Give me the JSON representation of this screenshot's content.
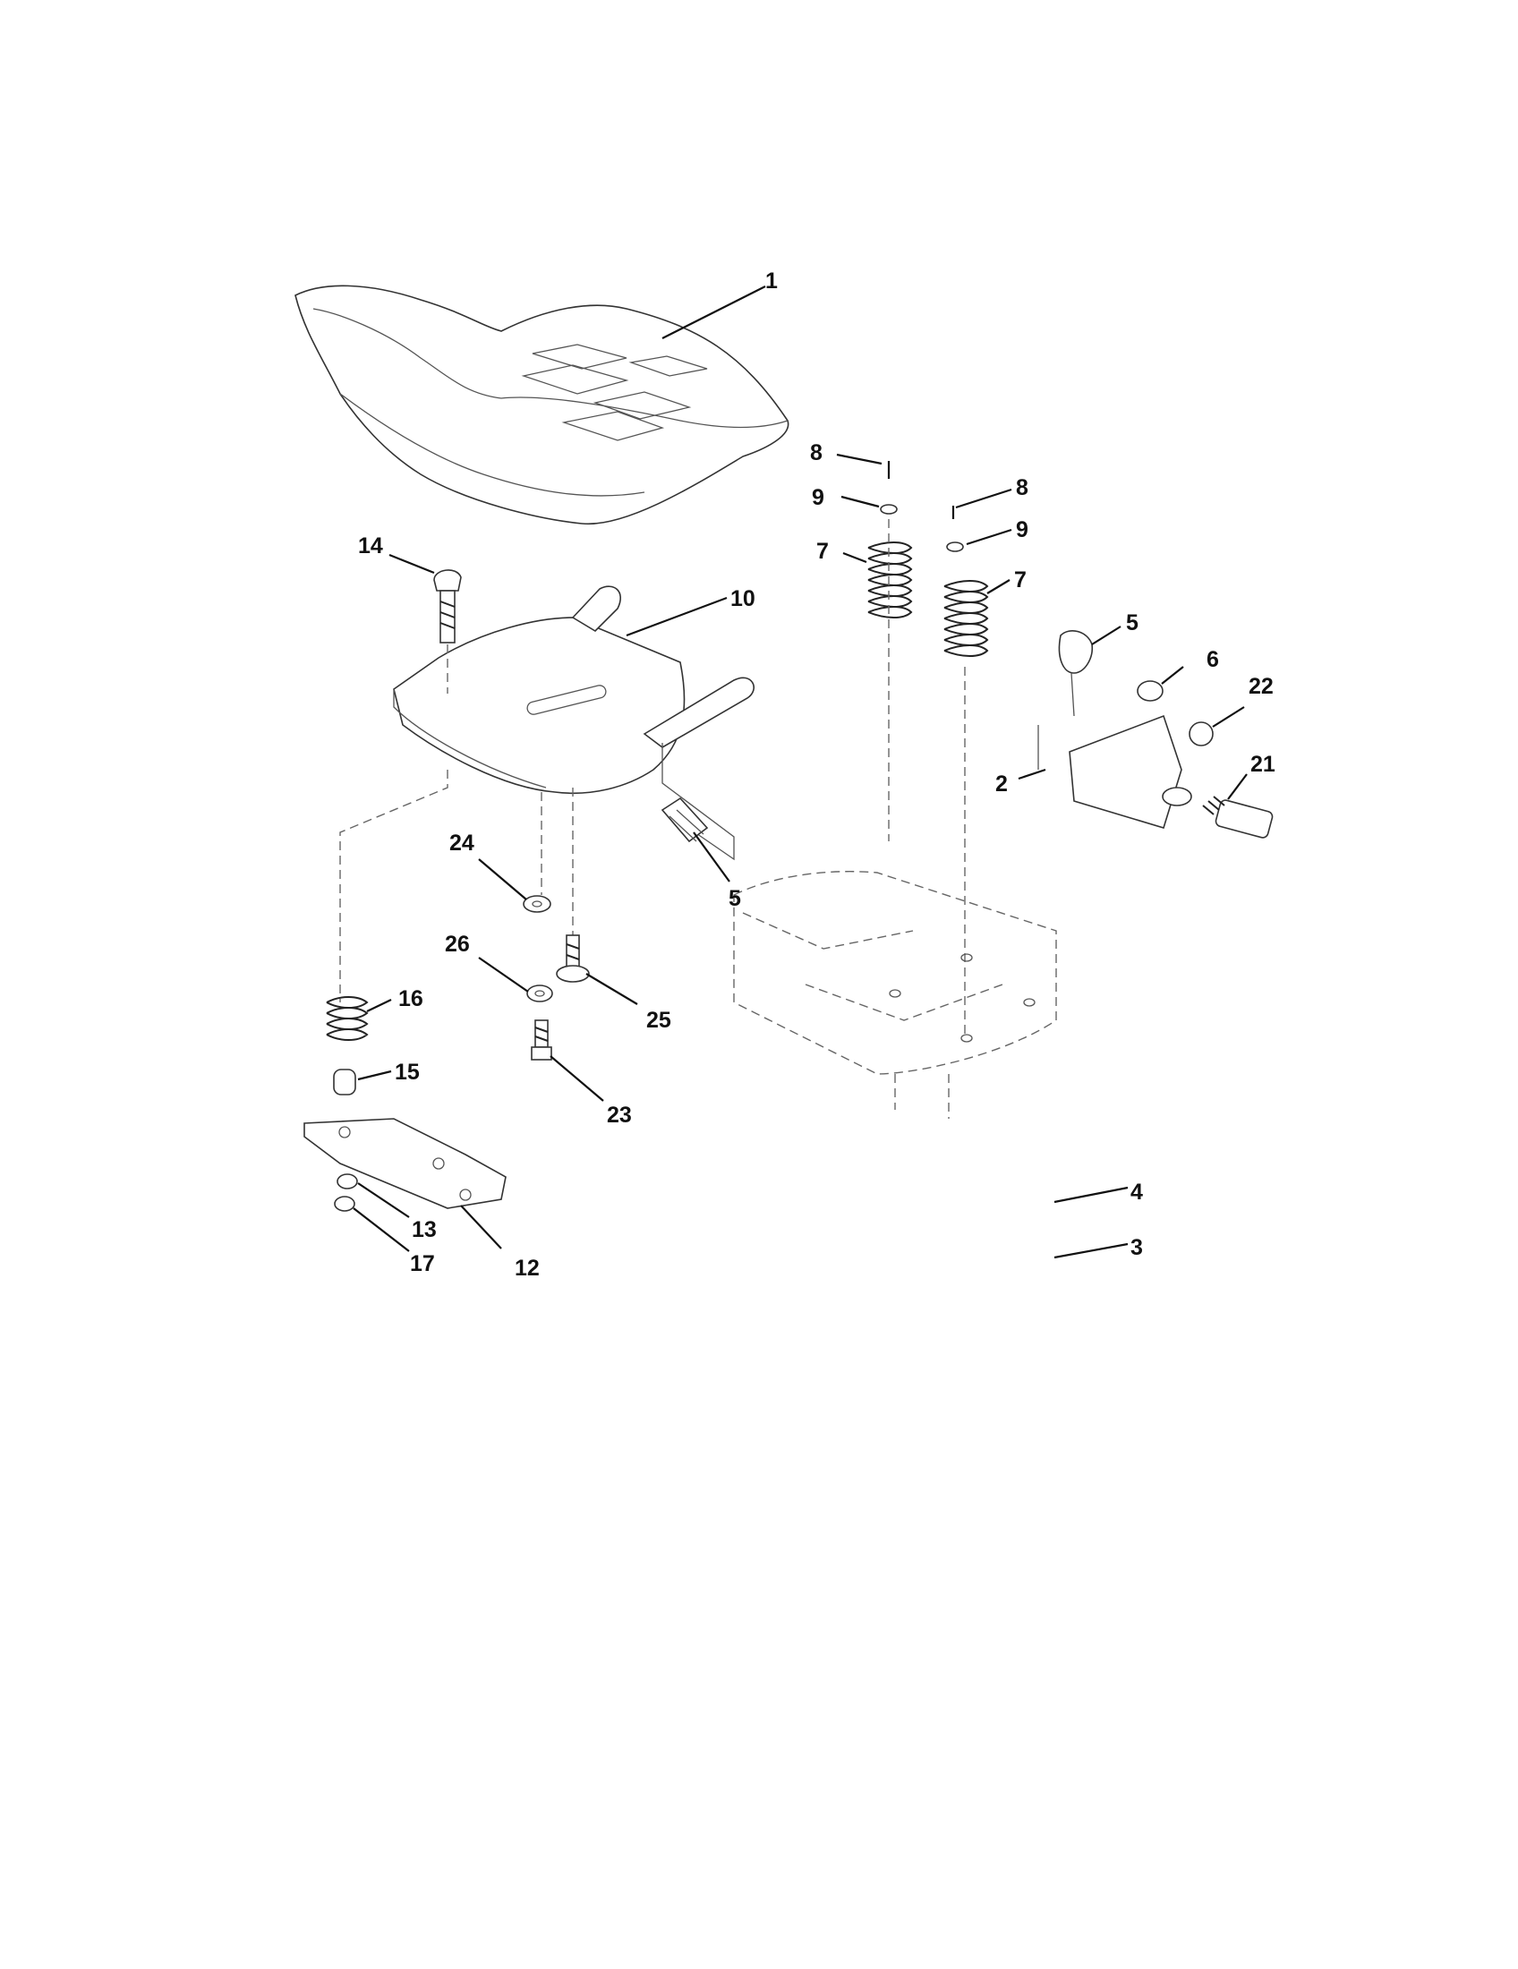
{
  "diagram": {
    "callouts": {
      "c1": "1",
      "c2": "2",
      "c3": "3",
      "c4": "4",
      "c5a": "5",
      "c5b": "5",
      "c6": "6",
      "c7a": "7",
      "c7b": "7",
      "c8a": "8",
      "c8b": "8",
      "c9a": "9",
      "c9b": "9",
      "c10": "10",
      "c12": "12",
      "c13": "13",
      "c14": "14",
      "c15": "15",
      "c16": "16",
      "c17": "17",
      "c21": "21",
      "c22": "22",
      "c23": "23",
      "c24": "24",
      "c25": "25",
      "c26": "26"
    }
  }
}
